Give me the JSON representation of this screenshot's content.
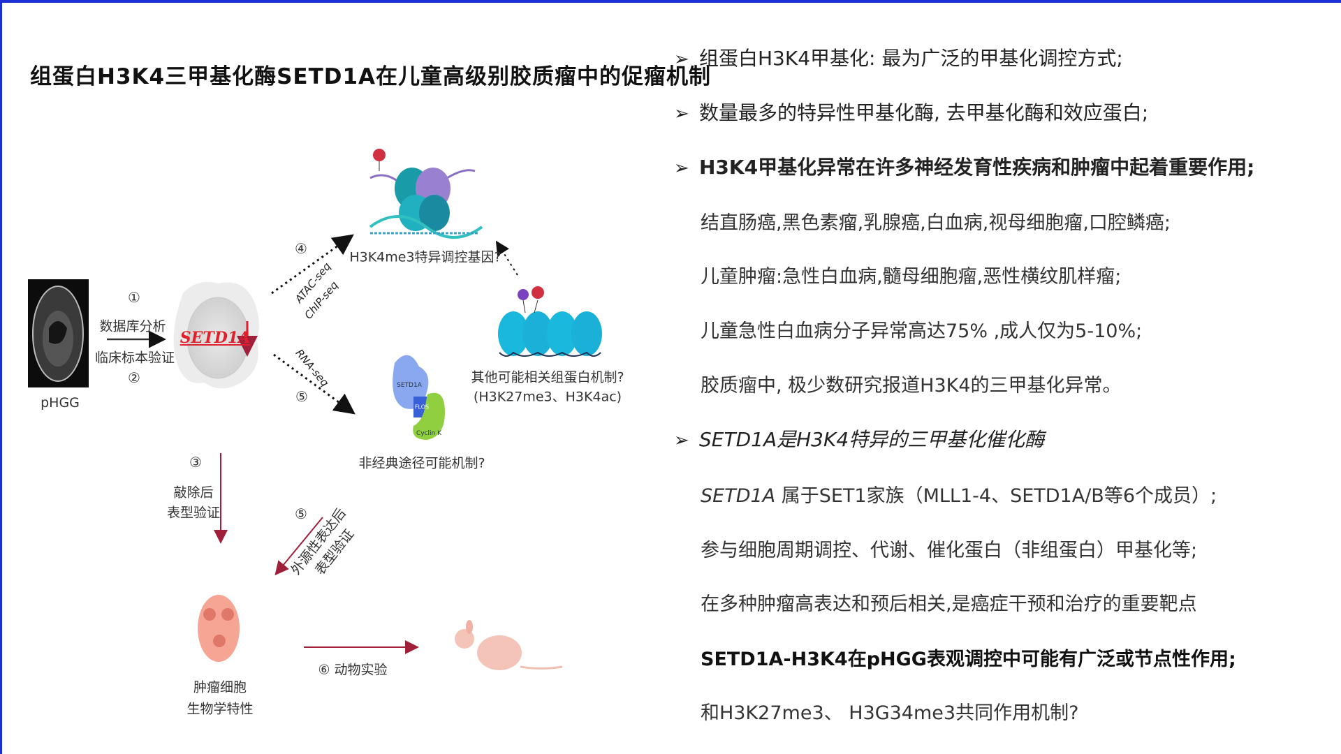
{
  "title": "组蛋白H3K4三甲基化酶SETD1A在儿童高级别胶质瘤中的促瘤机制",
  "diagram": {
    "phgg_label": "pHGG",
    "step1": "①",
    "step1_label": "数据库分析",
    "step2_label": "临床标本验证",
    "step2": "②",
    "setd1a": "SETD1A",
    "step4": "④",
    "atac": "ATAC-seq",
    "chip": "ChIP-seq",
    "rna": "RNA-seq",
    "step5a": "⑤",
    "h3k4_target": "H3K4me3特异调控基因?",
    "other_mech": "其他可能相关组蛋白机制?",
    "other_mech_sub": "(H3K27me3、H3K4ac)",
    "setd1a_small": "SETD1A",
    "flos": "FLOS",
    "cyclin": "Cyclin K",
    "noncanonical": "非经典途径可能机制?",
    "step3": "③",
    "knockout1": "敲除后",
    "knockout2": "表型验证",
    "step5b": "⑤",
    "exo1": "外源性表达后",
    "exo2": "表型验证",
    "tumor1": "肿瘤细胞",
    "tumor2": "生物学特性",
    "step6": "⑥ 动物实验"
  },
  "bullets": [
    {
      "arrow": "➢",
      "text": "组蛋白H3K4甲基化: 最为广泛的甲基化调控方式;"
    },
    {
      "arrow": "➢",
      "text": "数量最多的特异性甲基化酶, 去甲基化酶和效应蛋白;"
    },
    {
      "arrow": "➢",
      "text": "H3K4甲基化异常在许多神经发育性疾病和肿瘤中起着重要作用;"
    },
    {
      "text": "结直肠癌,黑色素瘤,乳腺癌,白血病,视母细胞瘤,口腔鳞癌;"
    },
    {
      "text": "儿童肿瘤:急性白血病,髓母细胞瘤,恶性横纹肌样瘤;"
    },
    {
      "text": "儿童急性白血病分子异常高达75% ,成人仅为5-10%;"
    },
    {
      "text": "胶质瘤中, 极少数研究报道H3K4的三甲基化异常。"
    },
    {
      "arrow": "➢",
      "text": "SETD1A是H3K4特异的三甲基化催化酶"
    },
    {
      "italic": "SETD1A",
      "text": " 属于SET1家族（MLL1-4、SETD1A/B等6个成员）;"
    },
    {
      "text": "参与细胞周期调控、代谢、催化蛋白（非组蛋白）甲基化等;"
    },
    {
      "text": "在多种肿瘤高表达和预后相关,是癌症干预和治疗的重要靶点"
    },
    {
      "text": "SETD1A-H3K4在pHGG表观调控中可能有广泛或节点性作用;"
    },
    {
      "text": "和H3K27me3、 H3G34me3共同作用机制?"
    }
  ],
  "colors": {
    "border": "#1a2fd6",
    "arrow_red": "#a0203a",
    "setd1a_red": "#e0202a",
    "dna": "#1aa6c8"
  }
}
